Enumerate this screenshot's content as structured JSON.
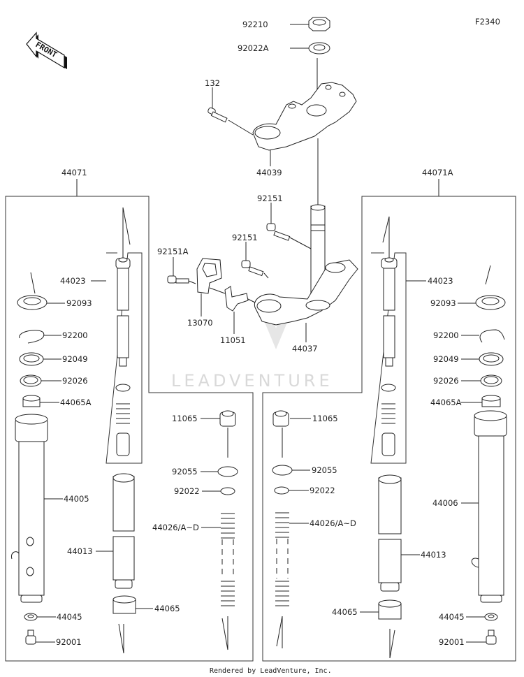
{
  "diagram": {
    "code": "F2340",
    "front_label": "FRONT",
    "watermark": "LEADVENTURE",
    "footer": "Rendered by LeadVenture, Inc.",
    "assemblies": {
      "left_fork": "44071",
      "right_fork": "44071A"
    },
    "parts": {
      "p92210": "92210",
      "p92022A": "92022A",
      "p132": "132",
      "p44039": "44039",
      "p92151_top": "92151",
      "p92151A": "92151A",
      "p92151_mid": "92151",
      "p13070": "13070",
      "p11051": "11051",
      "p44037": "44037",
      "left": {
        "p44023": "44023",
        "p92093": "92093",
        "p92200": "92200",
        "p92049": "92049",
        "p92026": "92026",
        "p44065A": "44065A",
        "p44005": "44005",
        "p44013": "44013",
        "p44045": "44045",
        "p92001": "92001",
        "p44065": "44065",
        "p11065": "11065",
        "p92055": "92055",
        "p92022": "92022",
        "p44026": "44026/A~D"
      },
      "right": {
        "p44023": "44023",
        "p92093": "92093",
        "p92200": "92200",
        "p92049": "92049",
        "p92026": "92026",
        "p44065A": "44065A",
        "p44006": "44006",
        "p44013": "44013",
        "p44045": "44045",
        "p92001": "92001",
        "p44065": "44065",
        "p11065": "11065",
        "p92055": "92055",
        "p92022": "92022",
        "p44026": "44026/A~D"
      }
    }
  }
}
